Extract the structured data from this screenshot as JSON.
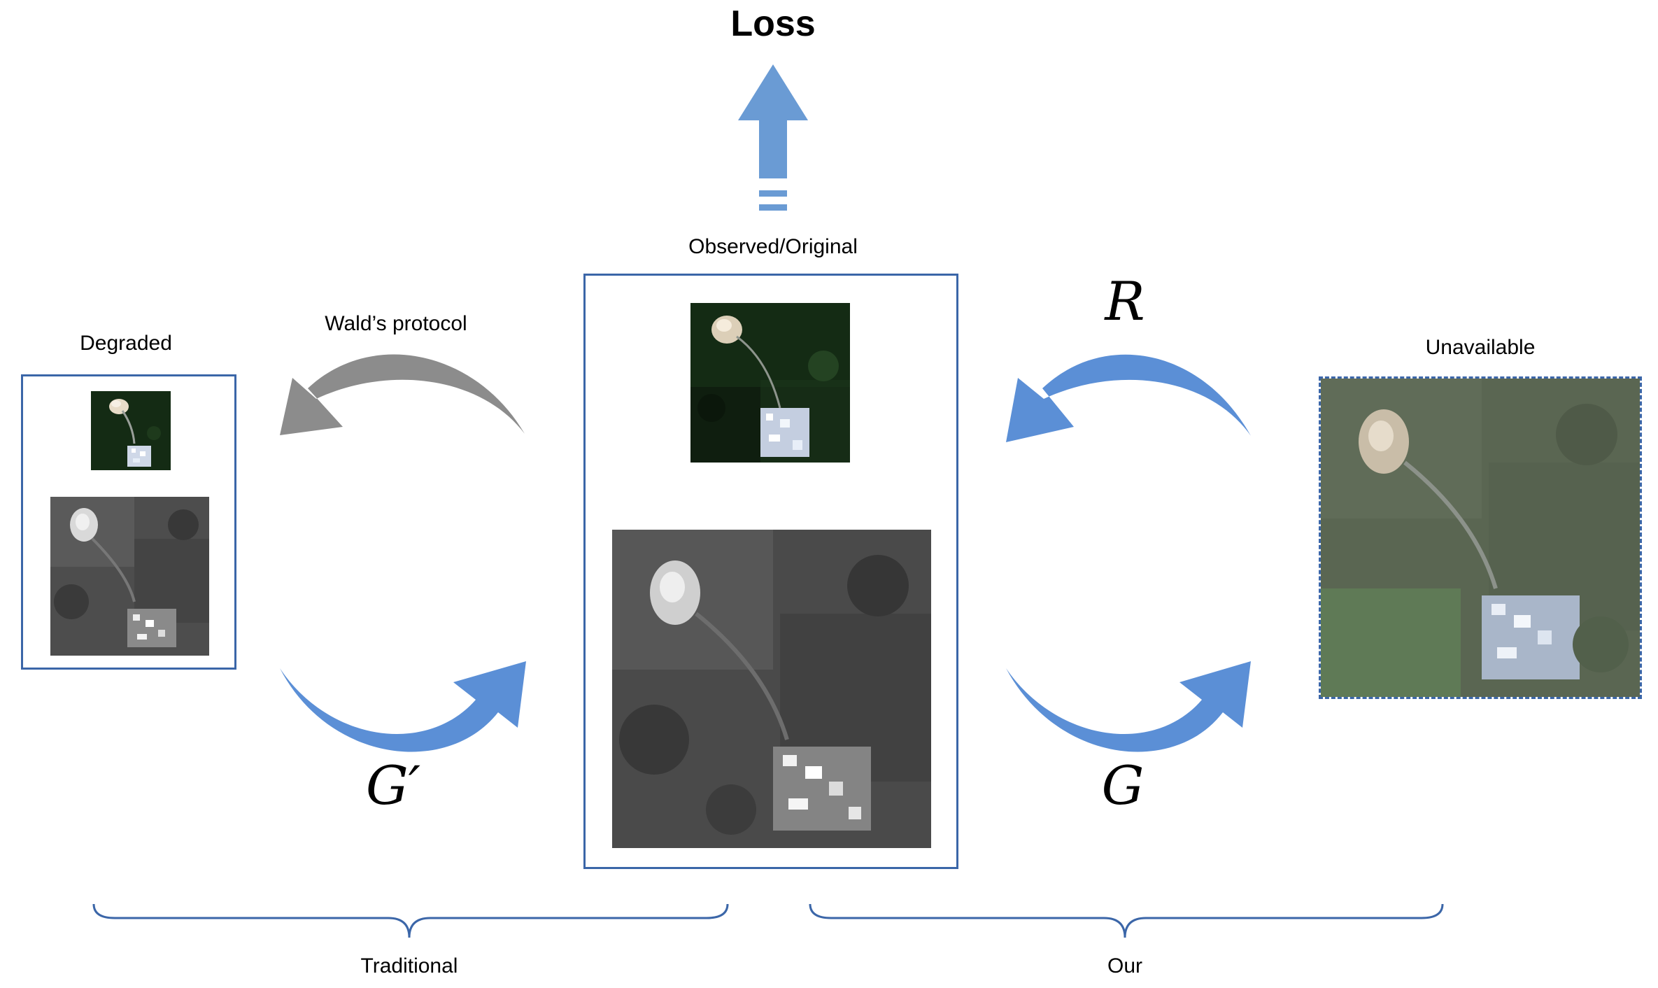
{
  "title": "Loss",
  "labels": {
    "observed": "Observed/Original",
    "degraded": "Degraded",
    "unavailable": "Unavailable",
    "walds": "Wald’s protocol",
    "traditional": "Traditional",
    "our": "Our"
  },
  "operators": {
    "r": "R",
    "g": "G",
    "g_prime": "G′"
  },
  "colors": {
    "frame_border": "#3b66a8",
    "arrow_blue": "#5b8fd6",
    "arrow_gray": "#8c8c8c",
    "brace": "#3b66a8"
  }
}
